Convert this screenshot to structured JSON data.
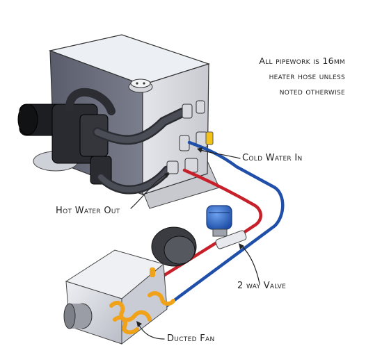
{
  "note": {
    "lines": [
      "All pipework is 16mm",
      "heater hose unless",
      "noted otherwise"
    ]
  },
  "labels": {
    "cold_water_in": "Cold Water In",
    "hot_water_out": "Hot Water Out",
    "two_way_valve": "2 way Valve",
    "ducted_fan": "Ducted Fan"
  },
  "colors": {
    "cold_pipe": "#1f4fa8",
    "hot_pipe": "#c8202a",
    "heater_hose": "#3b3d44",
    "tank": "#d7d8de",
    "valve": "#2f6fd0",
    "fan_coil": "#f0a21a"
  }
}
